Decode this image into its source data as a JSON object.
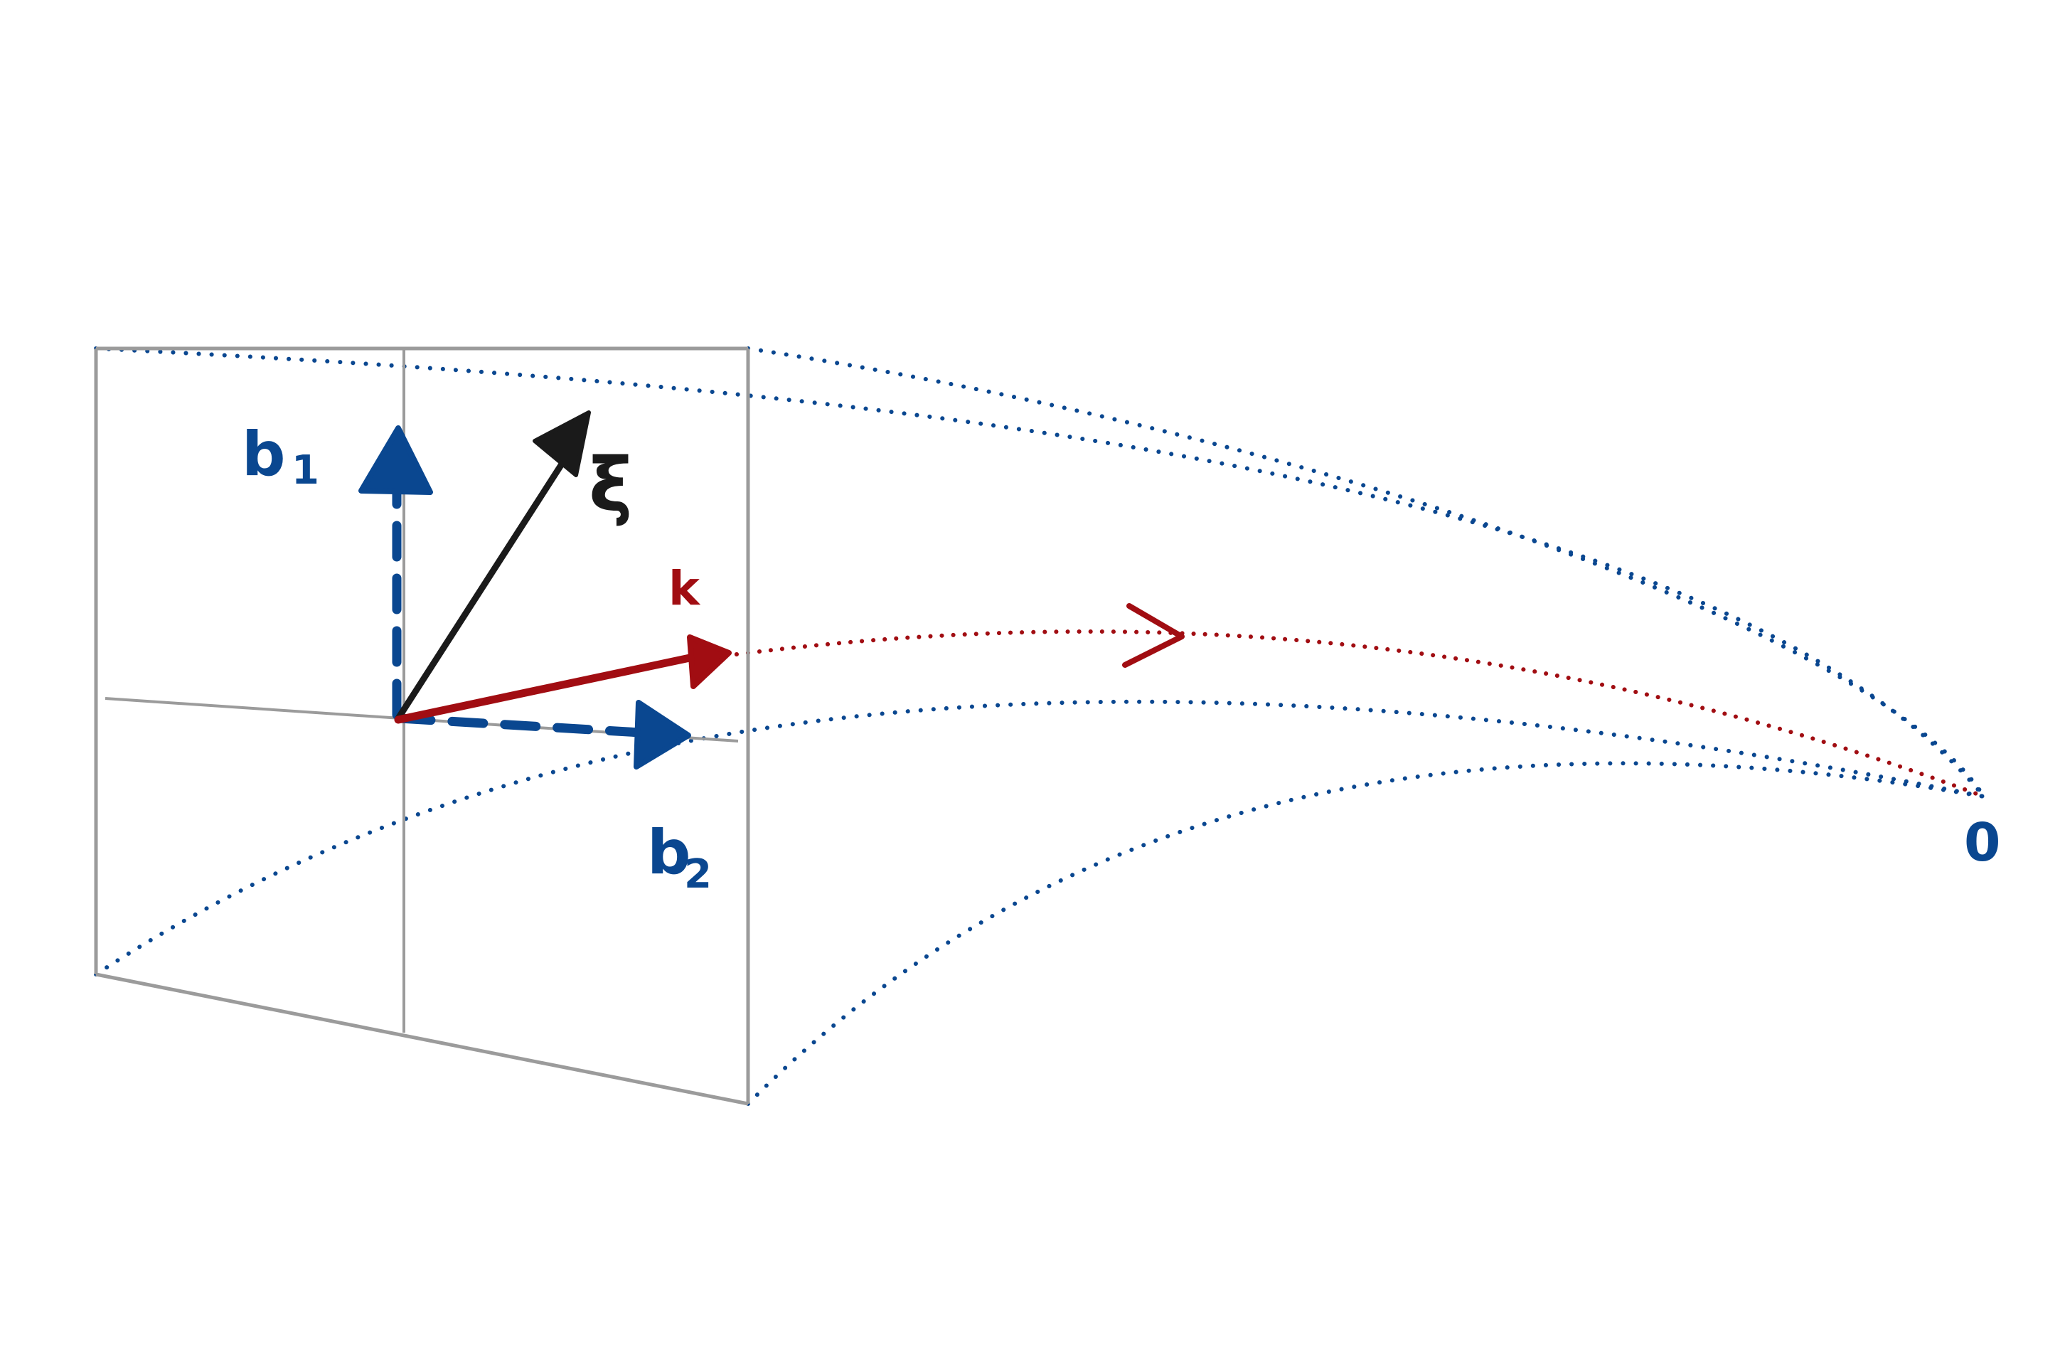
{
  "labels": {
    "b1_letter": "b",
    "b1_sub": "1",
    "b2_letter": "b",
    "b2_sub": "2",
    "xi": "ξ",
    "k": "k",
    "origin": "0"
  },
  "colors": {
    "frame": "#9b9b9b",
    "blue": "#0a4790",
    "red": "#a10d12",
    "black": "#1a1a1a",
    "background": "#ffffff"
  }
}
